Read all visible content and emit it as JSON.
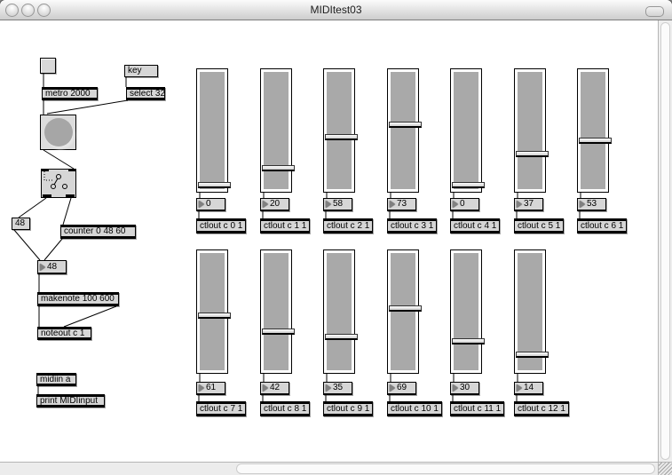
{
  "window": {
    "title": "MIDItest03"
  },
  "patch": {
    "metro": "metro 2000",
    "key": "key",
    "select": "select 32",
    "msg48": "48",
    "counter": "counter 0 48 60",
    "num48": "48",
    "makenote": "makenote 100 600",
    "noteout": "noteout c 1",
    "midiin": "midiin a",
    "print": "print MIDIinput"
  },
  "faders": {
    "max": 127,
    "rows": [
      {
        "values": [
          0,
          20,
          58,
          73,
          0,
          37,
          53
        ],
        "ctlouts": [
          "ctlout c 0 1",
          "ctlout c 1 1",
          "ctlout c 2 1",
          "ctlout c 3 1",
          "ctlout c 4 1",
          "ctlout c 5 1",
          "ctlout c 6 1"
        ]
      },
      {
        "values": [
          61,
          42,
          35,
          69,
          30,
          14
        ],
        "ctlouts": [
          "ctlout c 7 1",
          "ctlout c 8 1",
          "ctlout c 9 1",
          "ctlout c 10 1",
          "ctlout c 11 1",
          "ctlout c 12 1"
        ]
      }
    ]
  },
  "colors": {
    "box_bg": "#d6d6d6",
    "slider_fill": "#a9a9a9",
    "cord": "#000000",
    "canvas": "#ffffff"
  }
}
